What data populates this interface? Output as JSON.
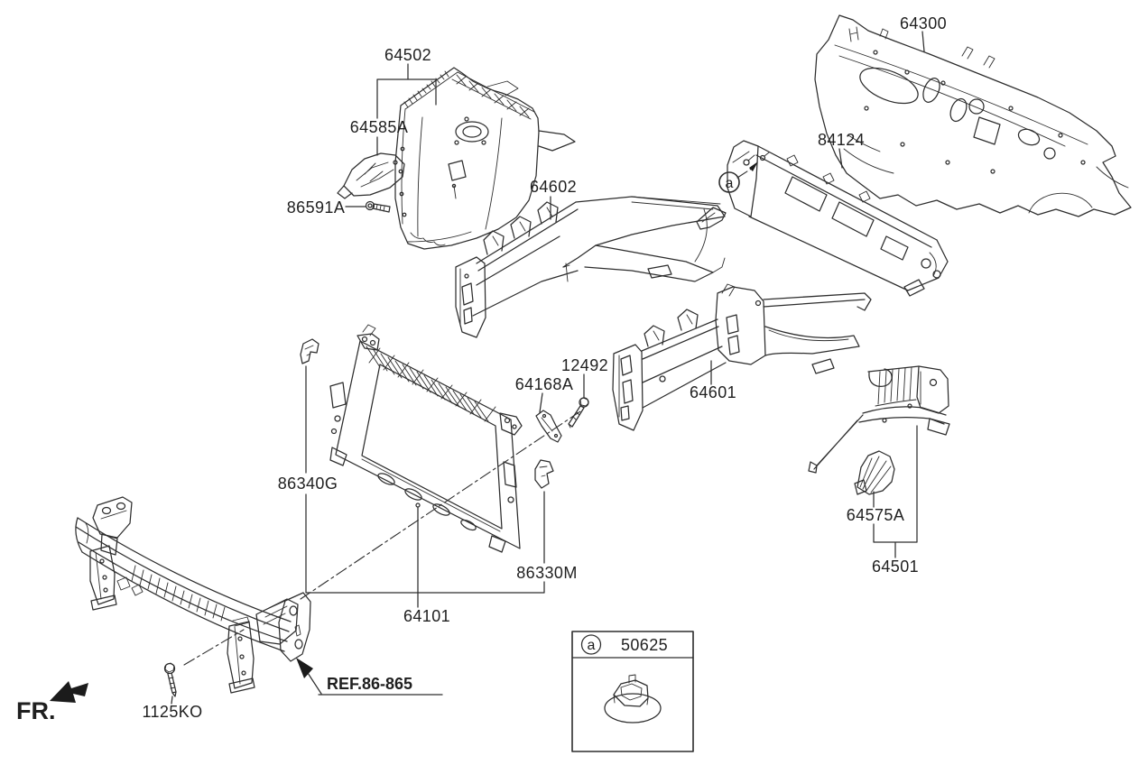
{
  "colors": {
    "line": "#2d2d2d",
    "text": "#1f1f1f",
    "background": "#ffffff"
  },
  "parts": {
    "fender_apron_lh": {
      "label": "64502"
    },
    "apron_bracket_lh": {
      "label": "64585A"
    },
    "apron_bolt": {
      "label": "86591A"
    },
    "side_member_lh": {
      "label": "64602"
    },
    "side_member_bolt": {
      "label": "12492"
    },
    "side_member_bracket": {
      "label": "64168A"
    },
    "side_member_rh": {
      "label": "64601"
    },
    "dash_panel": {
      "label": "64300"
    },
    "cowl_crossmember": {
      "label": "84124"
    },
    "carrier_bracket_lh": {
      "label": "86340G"
    },
    "carrier_bracket_rh": {
      "label": "86330M"
    },
    "radiator_carrier": {
      "label": "64101"
    },
    "apron_gusset_rh": {
      "label": "64575A"
    },
    "fender_apron_rh": {
      "label": "64501"
    },
    "bumper_bolt": {
      "label": "1125KO"
    }
  },
  "annotations": {
    "front_marker": "FR.",
    "reference": "REF.86-865",
    "callout_a": "a"
  },
  "legend": {
    "symbol": "a",
    "part_number": "50625"
  }
}
